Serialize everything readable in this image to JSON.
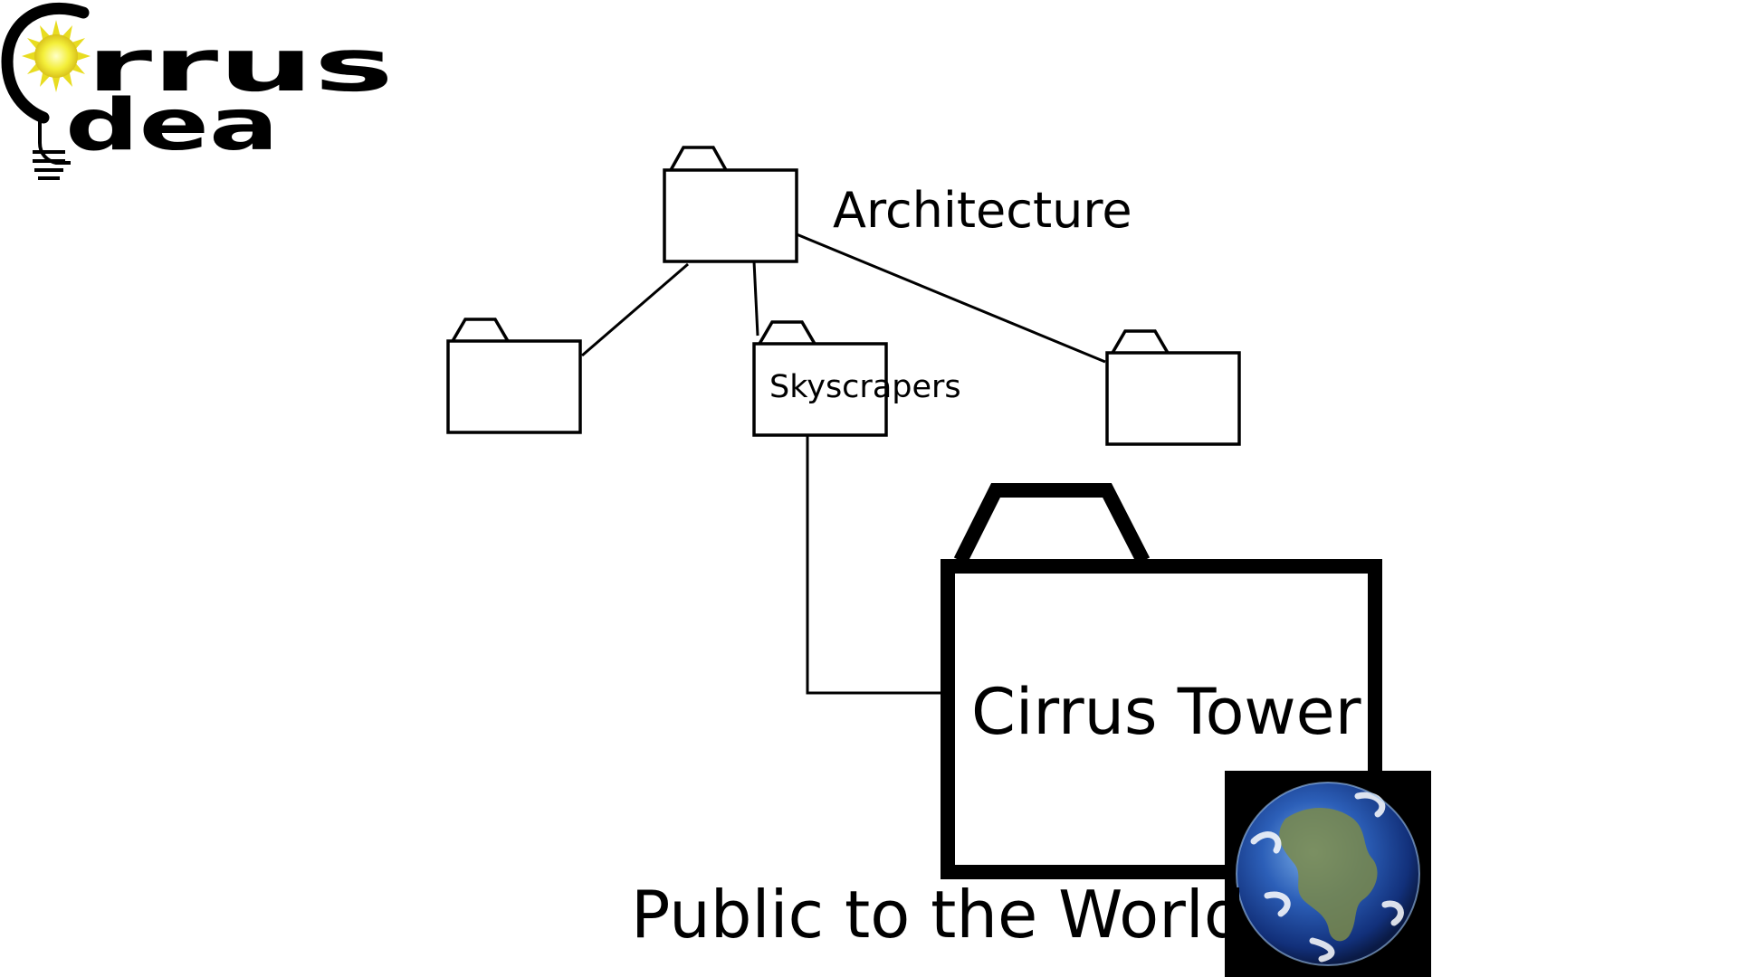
{
  "logo": {
    "wordmark_line1": "Cirrus",
    "wordmark_line2": "Idea",
    "sun_color": "#f4ef3a"
  },
  "nodes": {
    "root": {
      "label": "Architecture"
    },
    "left_child": {
      "label": ""
    },
    "middle_child": {
      "label": "Skyscrapers"
    },
    "right_child": {
      "label": ""
    },
    "leaf": {
      "label": "Cirrus Tower"
    }
  },
  "caption": "Public to the World",
  "globe": {
    "icon": "earth-globe-icon",
    "ocean_color": "#2c5fb8",
    "background_color": "#000000"
  },
  "colors": {
    "line": "#000000",
    "background": "#ffffff"
  }
}
